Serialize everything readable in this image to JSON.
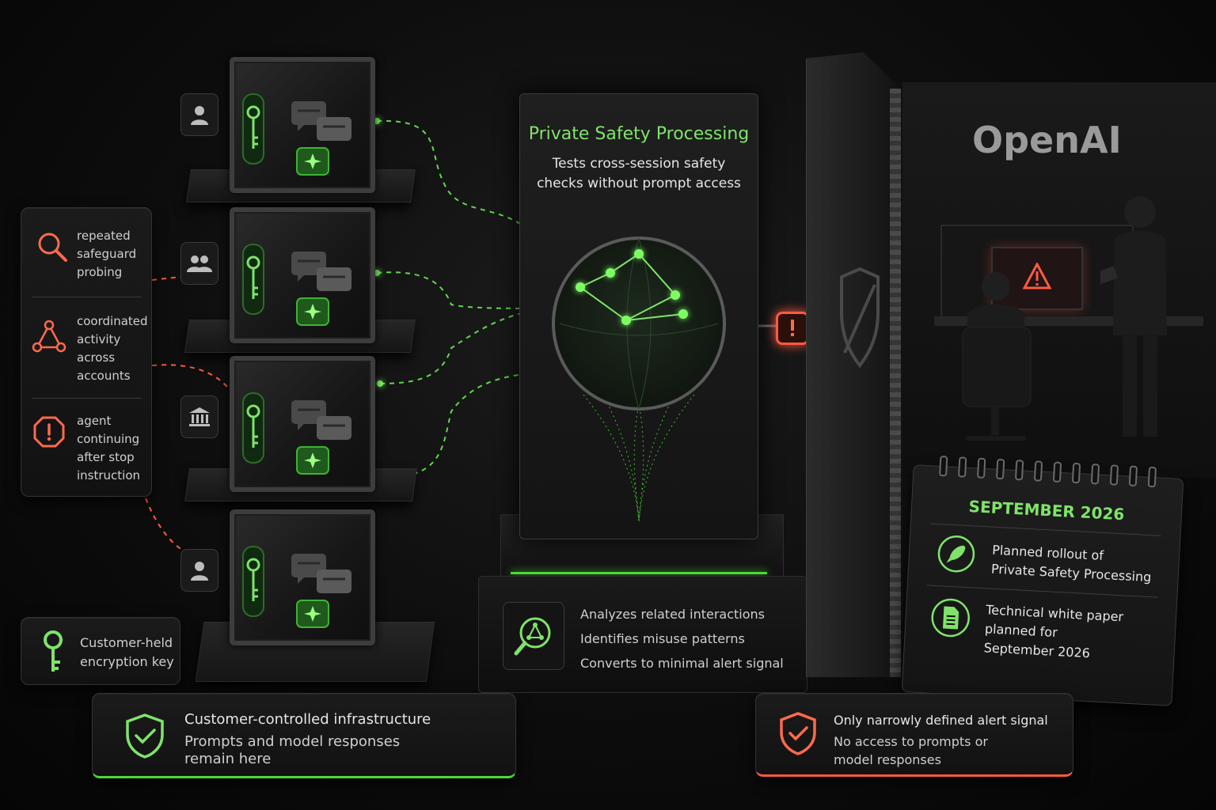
{
  "threats": [
    {
      "label": "repeated\nsafeguard\nprobing",
      "icon": "search-icon"
    },
    {
      "label": "coordinated\nactivity\nacross\naccounts",
      "icon": "network-icon"
    },
    {
      "label": "agent\ncontinuing\nafter stop\ninstruction",
      "icon": "alert-octagon-icon"
    }
  ],
  "key_card": {
    "label_line1": "Customer-held",
    "label_line2": "encryption key"
  },
  "customer_infra": {
    "title": "Customer-controlled infrastructure",
    "line1": "Prompts and model responses",
    "line2": "remain here"
  },
  "center": {
    "title": "Private Safety Processing",
    "subtitle_line1": "Tests cross-session safety",
    "subtitle_line2": "checks without prompt access",
    "features": [
      "Analyzes related interactions",
      "Identifies misuse patterns",
      "Converts to minimal alert signal"
    ]
  },
  "alert_box": {
    "line1": "Only narrowly defined alert signal",
    "line2": "No access to prompts or",
    "line3": "model responses"
  },
  "openai": {
    "label": "OpenAI"
  },
  "calendar": {
    "month": "SEPTEMBER 2026",
    "item1_line1": "Planned rollout of",
    "item1_line2": "Private Safety Processing",
    "item2_line1": "Technical white paper",
    "item2_line2": "planned for",
    "item2_line3": "September 2026"
  },
  "colors": {
    "accent_green": "#7fe36a",
    "alert_orange": "#ff6a4d",
    "background": "#0d0d0d"
  }
}
